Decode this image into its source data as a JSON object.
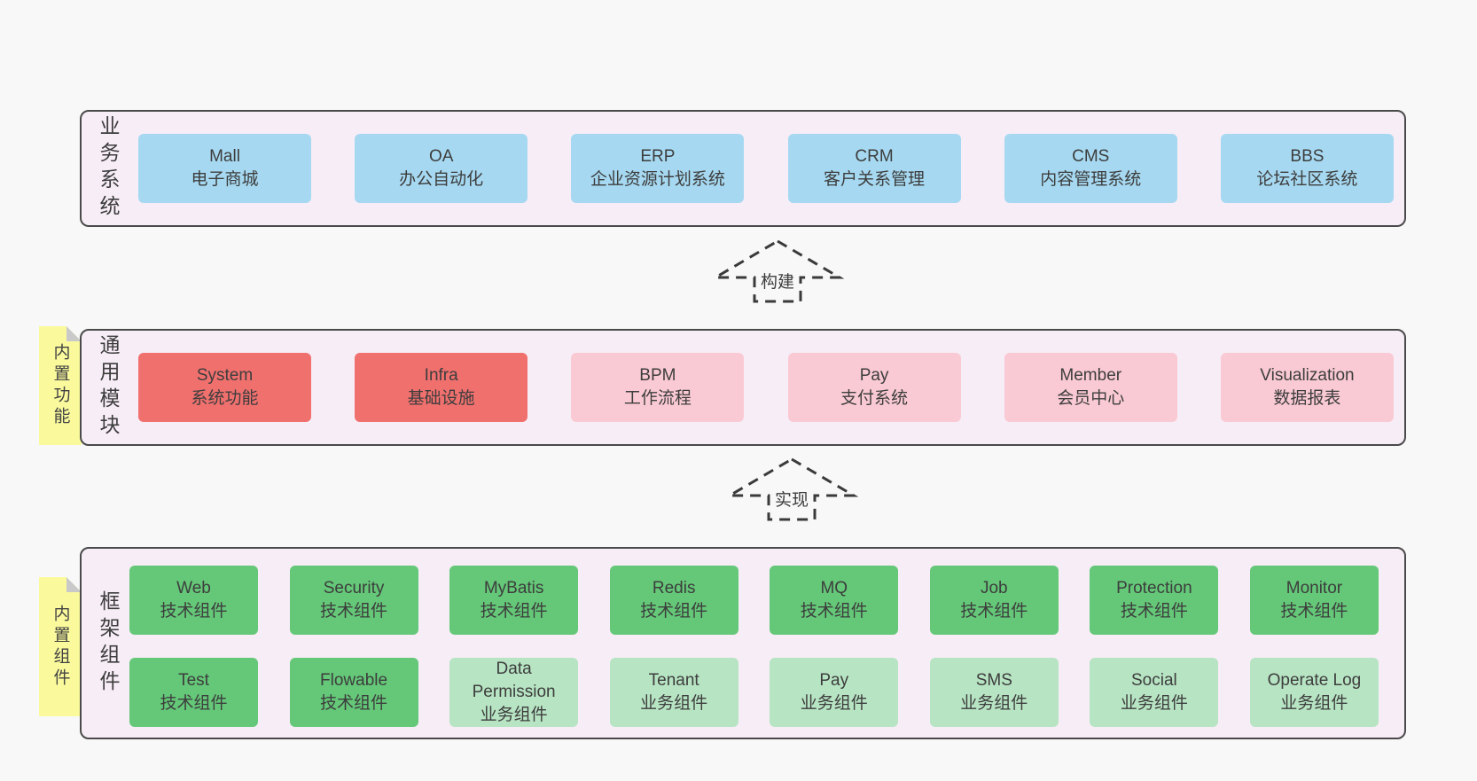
{
  "colors": {
    "page_bg": "#f8f8f8",
    "band_bg": "#f7edf6",
    "band_border": "#4a4a4a",
    "box_blue": "#a6d9f1",
    "box_red": "#f0706e",
    "box_pink": "#facad4",
    "box_green": "#64c878",
    "box_light_green": "#b7e4c3",
    "note_yellow": "#fafa9d",
    "note_fold": "#c9c9c9",
    "text": "#3d3d3d"
  },
  "arrows": [
    {
      "label": "构建"
    },
    {
      "label": "实现"
    }
  ],
  "bands": [
    {
      "label": "业务系统",
      "boxes": [
        {
          "name": "Mall",
          "desc": "电子商城"
        },
        {
          "name": "OA",
          "desc": "办公自动化"
        },
        {
          "name": "ERP",
          "desc": "企业资源计划系统"
        },
        {
          "name": "CRM",
          "desc": "客户关系管理"
        },
        {
          "name": "CMS",
          "desc": "内容管理系统"
        },
        {
          "name": "BBS",
          "desc": "论坛社区系统"
        }
      ]
    },
    {
      "label": "通用模块",
      "note": "内置功能",
      "boxes": [
        {
          "name": "System",
          "desc": "系统功能"
        },
        {
          "name": "Infra",
          "desc": "基础设施"
        },
        {
          "name": "BPM",
          "desc": "工作流程"
        },
        {
          "name": "Pay",
          "desc": "支付系统"
        },
        {
          "name": "Member",
          "desc": "会员中心"
        },
        {
          "name": "Visualization",
          "desc": "数据报表"
        }
      ]
    },
    {
      "label": "框架组件",
      "note": "内置组件",
      "rows": [
        [
          {
            "name": "Web",
            "desc": "技术组件"
          },
          {
            "name": "Security",
            "desc": "技术组件"
          },
          {
            "name": "MyBatis",
            "desc": "技术组件"
          },
          {
            "name": "Redis",
            "desc": "技术组件"
          },
          {
            "name": "MQ",
            "desc": "技术组件"
          },
          {
            "name": "Job",
            "desc": "技术组件"
          },
          {
            "name": "Protection",
            "desc": "技术组件"
          },
          {
            "name": "Monitor",
            "desc": "技术组件"
          }
        ],
        [
          {
            "name": "Test",
            "desc": "技术组件"
          },
          {
            "name": "Flowable",
            "desc": "技术组件"
          },
          {
            "name": "Data Permission",
            "desc": "业务组件"
          },
          {
            "name": "Tenant",
            "desc": "业务组件"
          },
          {
            "name": "Pay",
            "desc": "业务组件"
          },
          {
            "name": "SMS",
            "desc": "业务组件"
          },
          {
            "name": "Social",
            "desc": "业务组件"
          },
          {
            "name": "Operate Log",
            "desc": "业务组件"
          }
        ]
      ]
    }
  ]
}
